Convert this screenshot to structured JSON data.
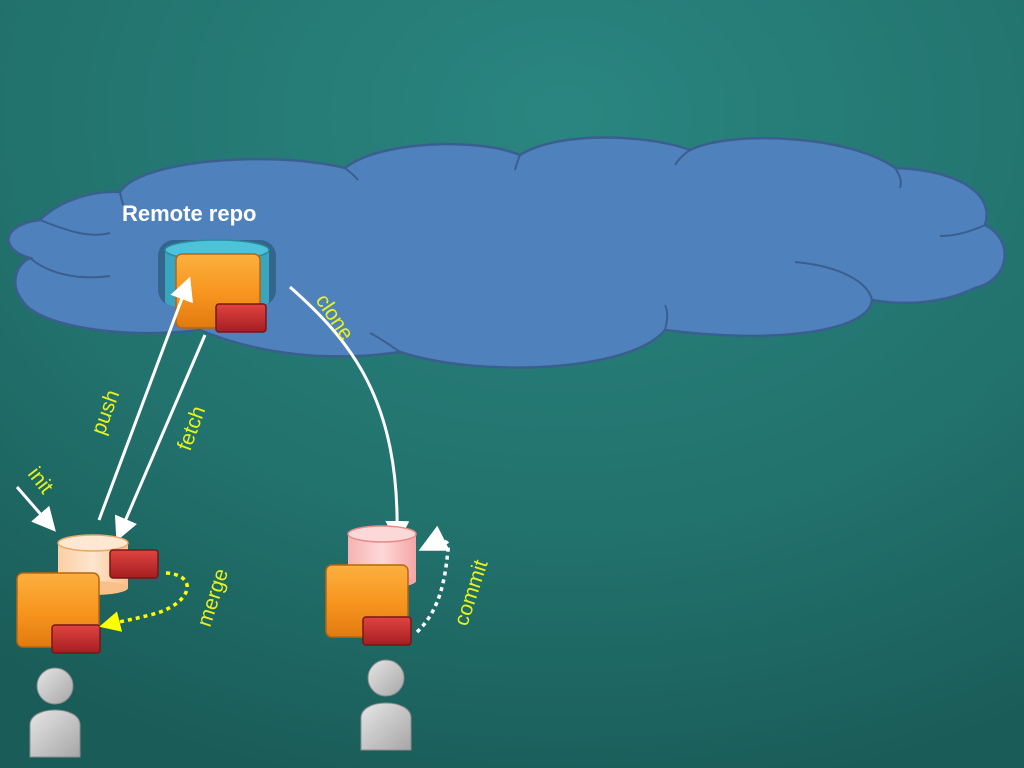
{
  "slide": {
    "remote_label": "Remote repo",
    "arrows": {
      "clone": "clone",
      "push": "push",
      "fetch": "fetch",
      "init": "init",
      "merge": "merge",
      "commit": "commit"
    }
  },
  "colors": {
    "background": "#22726d",
    "cloud": "#4f81bd",
    "cloud_outline": "#3a5f8f",
    "label": "#e8f21c",
    "arrow": "#ffffff",
    "merge_arrow": "#ffff00",
    "working_copy": "#f7941d",
    "index_box": "#c0282d",
    "remote_store": "#44b5cc",
    "local_store_left": "#fdd9b5",
    "local_store_right": "#fbc3c3",
    "user_icon": "#bfbfbf"
  },
  "icons": [
    "cloud-icon",
    "database-icon",
    "document-icon",
    "user-icon"
  ]
}
